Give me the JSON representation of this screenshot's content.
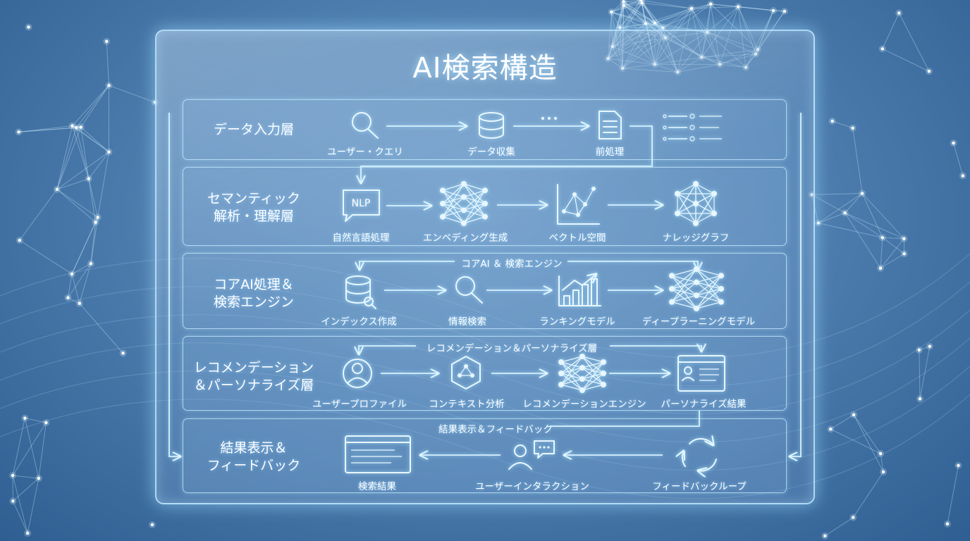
{
  "title": "AI検索構造",
  "colors": {
    "accent": "#bfe8ff",
    "background": "#4f7fb0"
  },
  "layers": [
    {
      "label": "データ入力層",
      "nodes": [
        {
          "label": "ユーザー・クエリ",
          "icon": "search-icon"
        },
        {
          "label": "データ収集",
          "icon": "database-icon"
        },
        {
          "label": "前処理",
          "icon": "document-icon"
        }
      ]
    },
    {
      "label": "セマンティック\n解析・理解層",
      "nodes": [
        {
          "label": "自然言語処理",
          "icon": "nlp-bubble-icon",
          "icon_text": "NLP"
        },
        {
          "label": "エンベディング生成",
          "icon": "neural-network-icon"
        },
        {
          "label": "ベクトル空間",
          "icon": "vector-space-icon"
        },
        {
          "label": "ナレッジグラフ",
          "icon": "knowledge-graph-icon"
        }
      ]
    },
    {
      "label": "コアAI処理＆\n検索エンジン",
      "flow_label": "コアAI ＆ 検索エンジン",
      "nodes": [
        {
          "label": "インデックス作成",
          "icon": "database-search-icon"
        },
        {
          "label": "情報検索",
          "icon": "search-icon"
        },
        {
          "label": "ランキングモデル",
          "icon": "bar-chart-icon"
        },
        {
          "label": "ディープラーニングモデル",
          "icon": "neural-network-icon"
        }
      ]
    },
    {
      "label": "レコメンデーション\n＆パーソナライズ層",
      "flow_label": "レコメンデーション＆パーソナライズ層",
      "nodes": [
        {
          "label": "ユーザープロファイル",
          "icon": "user-profile-icon"
        },
        {
          "label": "コンテキスト分析",
          "icon": "cube-network-icon"
        },
        {
          "label": "レコメンデーションエンジン",
          "icon": "neural-network-icon"
        },
        {
          "label": "パーソナライズ結果",
          "icon": "profile-card-icon"
        }
      ]
    },
    {
      "label": "結果表示＆\nフィードバック",
      "flow_label": "結果表示＆フィードバック",
      "nodes": [
        {
          "label": "検索結果",
          "icon": "results-list-icon"
        },
        {
          "label": "ユーザーインタラクション",
          "icon": "user-chat-icon"
        },
        {
          "label": "フィードバックループ",
          "icon": "cycle-arrows-icon"
        }
      ]
    }
  ]
}
